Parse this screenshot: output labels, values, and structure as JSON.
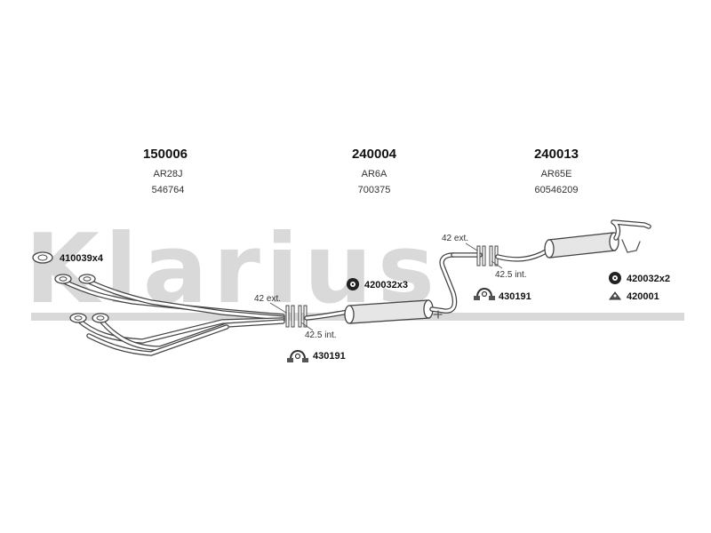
{
  "watermark": {
    "text": "Klarius"
  },
  "assemblies": [
    {
      "part_number": "150006",
      "model_code": "AR28J",
      "oe_number": "546764"
    },
    {
      "part_number": "240004",
      "model_code": "AR6A",
      "oe_number": "700375"
    },
    {
      "part_number": "240013",
      "model_code": "AR65E",
      "oe_number": "60546209"
    }
  ],
  "joints": [
    {
      "ext_label": "42 ext.",
      "int_label": "42.5 int."
    },
    {
      "ext_label": "42 ext.",
      "int_label": "42.5 int."
    }
  ],
  "accessories": [
    {
      "label": "410039x4",
      "icon": "gasket-icon"
    },
    {
      "label": "420032x3",
      "icon": "rubber-mount-icon"
    },
    {
      "label": "430191",
      "icon": "clamp-icon"
    },
    {
      "label": "430191",
      "icon": "clamp-icon"
    },
    {
      "label": "420032x2",
      "icon": "rubber-mount-icon"
    },
    {
      "label": "420001",
      "icon": "hanger-icon"
    }
  ]
}
